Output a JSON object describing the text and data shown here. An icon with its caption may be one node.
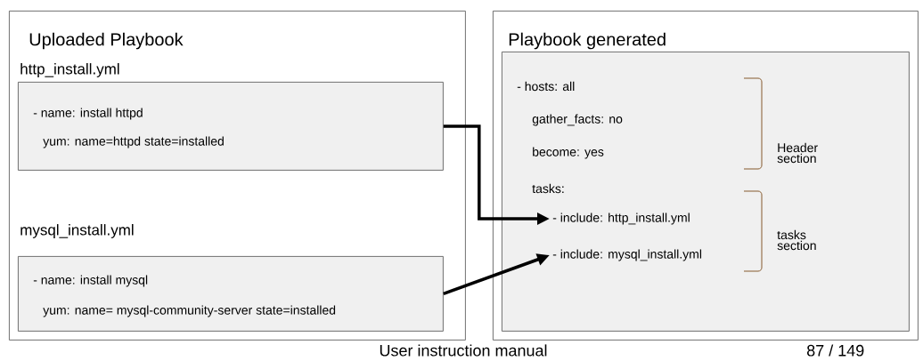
{
  "diagram": {
    "nodes": [
      {
        "text": [
          "Uploaded Playbook"
        ]
      },
      {
        "text": [
          "http_install.yml",
          "- name: install httpd",
          "yum:    name=httpd state=installed"
        ],
        "in": 0
      },
      {
        "text": [
          "mysql_install.yml",
          "- name: install mysql",
          "yum: name= mysql-community-server state=installed"
        ],
        "in": 0
      },
      {
        "text": [
          "Playbook generated"
        ]
      },
      {
        "text": [
          "- hosts: all",
          "gather_facts: no",
          "become: yes",
          "tasks:"
        ],
        "in": 3
      },
      {
        "text": [
          "- include: http_install.yml"
        ],
        "in": 4
      },
      {
        "text": [
          "- include: mysql_install.yml"
        ],
        "in": 4
      }
    ],
    "edges": [
      {
        "from": 1,
        "to": 5,
        "arrow": "to"
      },
      {
        "from": 2,
        "to": 6,
        "arrow": "to"
      }
    ],
    "labels": [
      "Header section",
      "tasks section",
      "User instruction manual",
      "87 / 149"
    ]
  }
}
